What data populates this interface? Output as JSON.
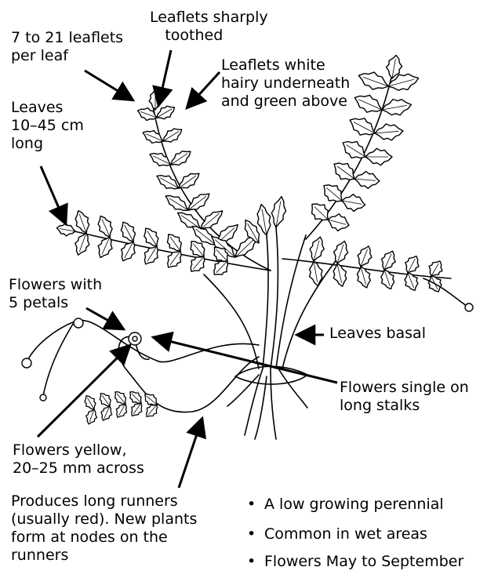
{
  "labels": {
    "leaflets_count": [
      "7 to 21 leaflets",
      "per leaf"
    ],
    "leaflets_toothed": [
      "Leaflets sharply",
      "toothed"
    ],
    "leaflets_hairy": [
      "Leaflets white",
      "hairy underneath",
      "and green above"
    ],
    "leaves_length": [
      "Leaves",
      "10–45 cm",
      "long"
    ],
    "flowers_petals": [
      "Flowers with",
      "5 petals"
    ],
    "leaves_basal": "Leaves basal",
    "flowers_single": [
      "Flowers single on",
      "long stalks"
    ],
    "flowers_yellow": [
      "Flowers yellow,",
      "20–25 mm across"
    ],
    "runners": [
      "Produces long runners",
      "(usually red). New plants",
      "form at nodes on the",
      "runners"
    ]
  },
  "bullets": [
    "A low growing perennial",
    "Common in wet areas",
    "Flowers May to September"
  ],
  "bullet_symbol": "•",
  "ink_color": "#000000"
}
